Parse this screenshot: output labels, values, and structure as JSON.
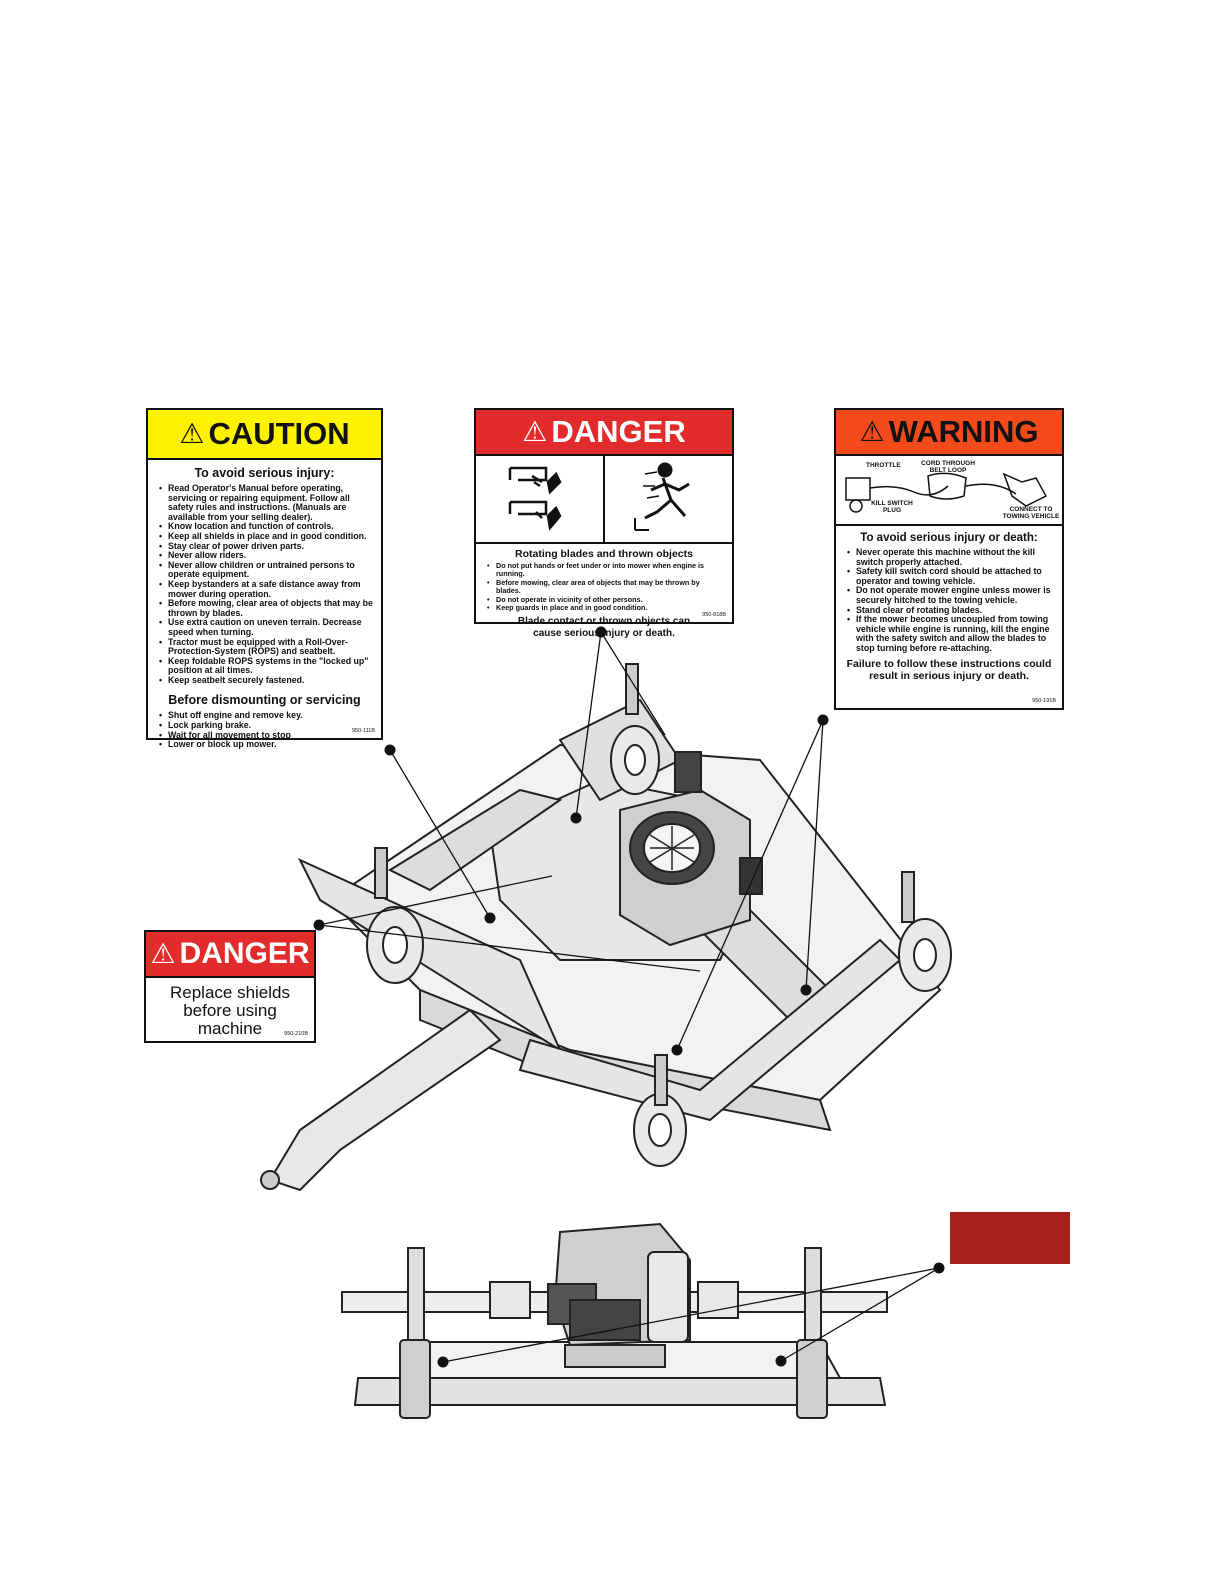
{
  "caution": {
    "header": "CAUTION",
    "subtitle": "To avoid serious injury:",
    "items": [
      "Read Operator's Manual before operating, servicing or repairing equipment. Follow all safety rules and instructions. (Manuals are available from your selling dealer).",
      "Know location and function of controls.",
      "Keep all shields in place and in good condition.",
      "Stay clear of power driven parts.",
      "Never allow riders.",
      "Never allow children or untrained persons to operate equipment.",
      "Keep bystanders at a safe distance away from mower during operation.",
      "Before mowing, clear area of objects that may be thrown by blades.",
      "Use extra caution on uneven terrain. Decrease speed when turning.",
      "Tractor must be equipped with a Roll-Over-Protection-System (ROPS) and seatbelt.",
      "Keep foldable ROPS systems in the \"locked up\" position at all times.",
      "Keep seatbelt securely fastened."
    ],
    "subtitle2": "Before dismounting or servicing",
    "items2": [
      "Shut off engine and remove key.",
      "Lock parking brake.",
      "Wait for all movement to stop",
      "Lower or block up mower."
    ],
    "code": "950-111B"
  },
  "danger_top": {
    "header": "DANGER",
    "subtitle": "Rotating blades and thrown objects",
    "items": [
      "Do not put hands or feet under or into mower when engine is running.",
      "Before mowing, clear area of objects that may be thrown by blades.",
      "Do not operate in vicinity of other persons.",
      "Keep guards in place and in good condition."
    ],
    "footer": "Blade contact or thrown objects can cause serious injury or death.",
    "code": "950-818B"
  },
  "warning": {
    "header": "WARNING",
    "labels": {
      "throttle": "THROTTLE",
      "cord": "CORD THROUGH BELT LOOP",
      "kill": "KILL SWITCH PLUG",
      "connect": "CONNECT TO TOWING VEHICLE"
    },
    "subtitle": "To avoid serious injury or death:",
    "items": [
      "Never operate this machine without the kill switch properly attached.",
      "Safety kill switch cord should be attached to operator and towing vehicle.",
      "Do not operate mower engine unless mower is securely hitched to the towing vehicle.",
      "Stand clear of rotating blades.",
      "If the mower becomes uncoupled from towing vehicle while engine is running, kill the engine with the safety switch and allow the blades to stop turning before re-attaching."
    ],
    "footer": "Failure to follow these instructions could result in serious injury or death.",
    "code": "950-191B"
  },
  "danger_shield": {
    "header": "DANGER",
    "text": "Replace shields before using machine",
    "code": "950-210B"
  },
  "colors": {
    "caution": "#fff200",
    "danger": "#e22b2b",
    "warning": "#f24a1a",
    "redbox": "#a8201e"
  }
}
